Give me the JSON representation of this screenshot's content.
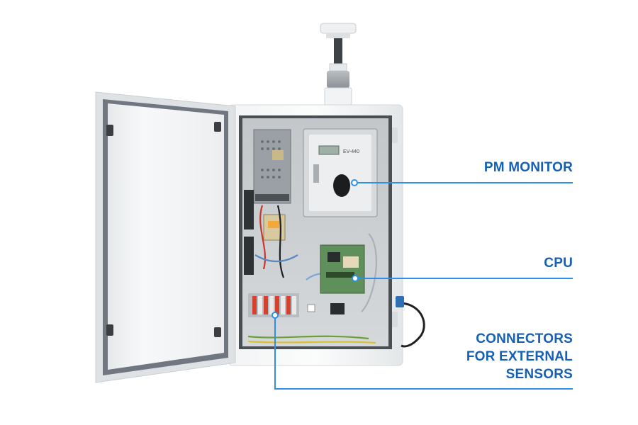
{
  "colors": {
    "accent": "#2f8fe8",
    "label": "#1560b4",
    "enclosure": "#e9ecee",
    "panel": "#c9cdd0",
    "door": "#f4f5f6",
    "gasket": "#6e7479"
  },
  "callouts": {
    "pm_monitor": "PM MONITOR",
    "cpu": "CPU",
    "connectors": [
      "CONNECTORS",
      "FOR EXTERNAL",
      "SENSORS"
    ]
  },
  "device": {
    "monitor_label": "EV-440",
    "icons": [
      "sampling-inlet-icon",
      "power-supply-icon",
      "pm-monitor-icon",
      "cpu-board-icon",
      "terminal-block-icon",
      "cooling-fan-icon"
    ]
  }
}
